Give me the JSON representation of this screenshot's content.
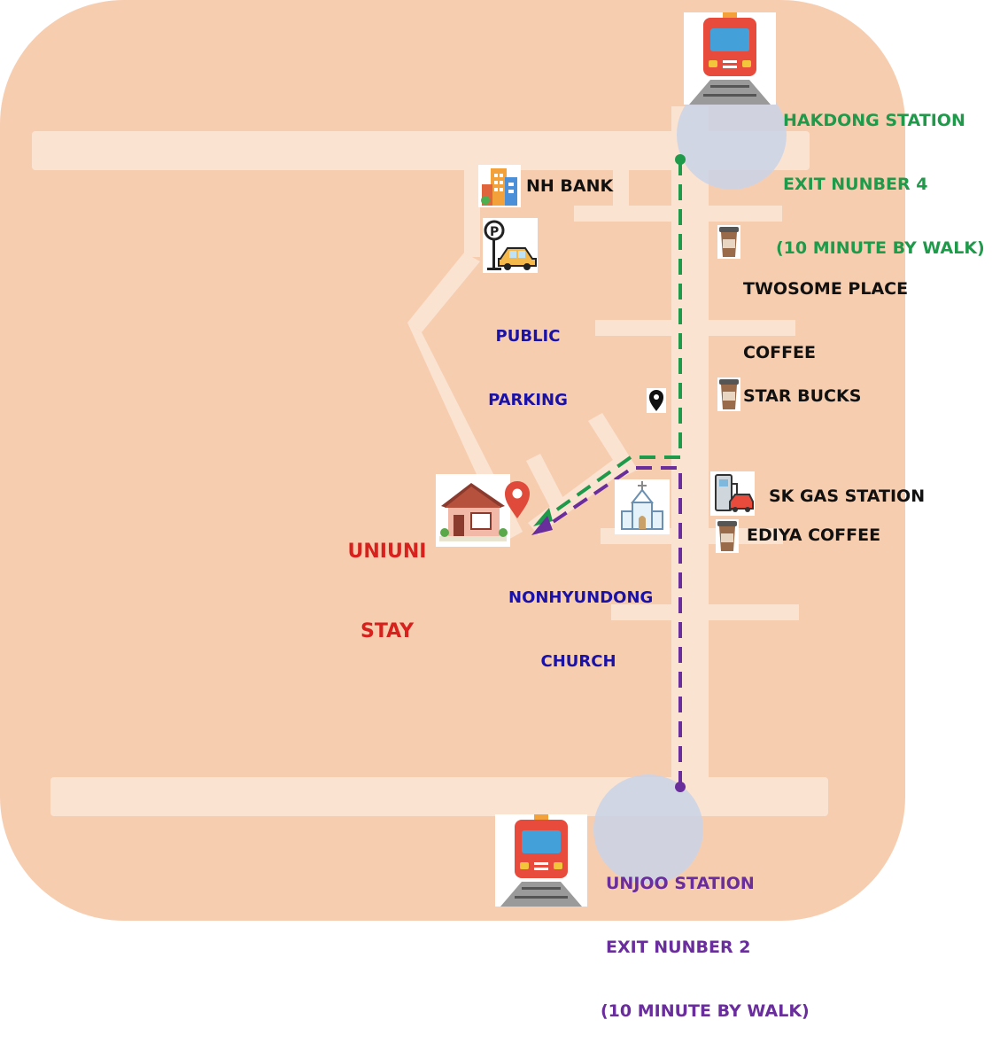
{
  "colors": {
    "map_bg": "#f7cdb0",
    "road": "#fbe3d2",
    "green_route": "#1f9a4a",
    "purple_route": "#6a2d9c",
    "station_circle": "#c9d3e8",
    "train_red": "#e84a3c",
    "label_blue": "#1a12a6",
    "label_red": "#d8201c"
  },
  "stations": {
    "hakdong": {
      "line1": "HAKDONG STATION",
      "line2": "EXIT NUNBER 4",
      "line3": "(10 MINUTE BY WALK)"
    },
    "unjoo": {
      "line1": "UNJOO STATION",
      "line2": "EXIT NUNBER 2",
      "line3": "(10 MINUTE BY WALK)"
    }
  },
  "places": {
    "nh_bank": "NH BANK",
    "public_parking": {
      "line1": "PUBLIC",
      "line2": "PARKING"
    },
    "twosome": {
      "line1": "TWOSOME PLACE",
      "line2": "COFFEE"
    },
    "starbucks": "STAR BUCKS",
    "sk_gas": "SK GAS STATION",
    "ediya": "EDIYA COFFEE",
    "church": {
      "line1": "NONHYUNDONG",
      "line2": "CHURCH"
    },
    "uniuni": {
      "line1": "UNIUNI",
      "line2": "STAY"
    }
  },
  "icons": {
    "station_top": "train-icon",
    "station_bottom": "train-icon",
    "bank": "building-icon",
    "parking": "parking-car-icon",
    "coffee": "coffee-cup-icon",
    "gas": "gas-pump-icon",
    "church": "church-icon",
    "house": "house-icon",
    "destination": "location-pin-icon",
    "small_pin": "map-pin-icon"
  }
}
